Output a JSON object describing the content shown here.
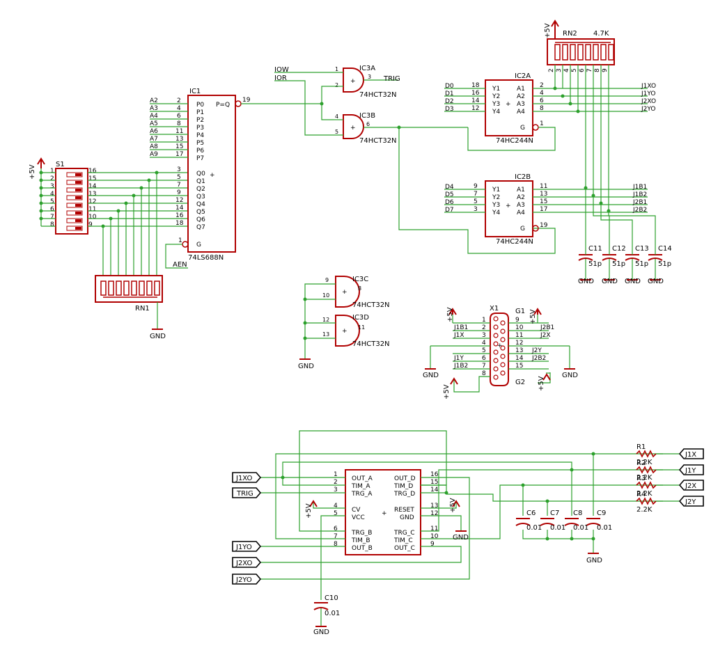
{
  "schematic": {
    "parts": {
      "s1": {
        "ref": "S1"
      },
      "ic1": {
        "ref": "IC1",
        "value": "74LS688N",
        "pins_left": [
          "P0",
          "P1",
          "P2",
          "P3",
          "P4",
          "P5",
          "P6",
          "P7"
        ],
        "pins_q": [
          "Q0",
          "Q1",
          "Q2",
          "Q3",
          "Q4",
          "Q5",
          "Q6",
          "Q7"
        ],
        "pin_g": "G",
        "pin_out": "P=Q"
      },
      "rn1": {
        "ref": "RN1"
      },
      "rn2": {
        "ref": "RN2",
        "value": "4.7K"
      },
      "ic3a": {
        "ref": "IC3A",
        "value": "74HCT32N"
      },
      "ic3b": {
        "ref": "IC3B",
        "value": "74HCT32N"
      },
      "ic3c": {
        "ref": "IC3C",
        "value": "74HCT32N"
      },
      "ic3d": {
        "ref": "IC3D",
        "value": "74HCT32N"
      },
      "ic2a": {
        "ref": "IC2A",
        "value": "74HC244N",
        "pins_y": [
          "Y1",
          "Y2",
          "Y3",
          "Y4"
        ],
        "pins_a": [
          "A1",
          "A2",
          "A3",
          "A4"
        ],
        "pin_g": "G"
      },
      "ic2b": {
        "ref": "IC2B",
        "value": "74HC244N",
        "pins_y": [
          "Y1",
          "Y2",
          "Y3",
          "Y4"
        ],
        "pins_a": [
          "A1",
          "A2",
          "A3",
          "A4"
        ],
        "pin_g": "G"
      },
      "x1": {
        "ref": "X1",
        "g1": "G1",
        "g2": "G2"
      },
      "timer": {
        "left": [
          "OUT_A",
          "TIM_A",
          "TRG_A",
          "CV",
          "VCC",
          "TRG_B",
          "TIM_B",
          "OUT_B"
        ],
        "right": [
          "OUT_D",
          "TIM_D",
          "TRG_D",
          "RESET",
          "GND",
          "TRG_C",
          "TIM_C",
          "OUT_C"
        ],
        "left_nums": [
          "1",
          "2",
          "3",
          "4",
          "5",
          "6",
          "7",
          "8"
        ],
        "right_nums": [
          "16",
          "15",
          "14",
          "13",
          "12",
          "11",
          "10",
          "9"
        ]
      },
      "caps_top": [
        {
          "ref": "C11",
          "value": "51p"
        },
        {
          "ref": "C12",
          "value": "51p"
        },
        {
          "ref": "C13",
          "value": "51p"
        },
        {
          "ref": "C14",
          "value": "51p"
        }
      ],
      "caps_bottom": [
        {
          "ref": "C6",
          "value": "0.01"
        },
        {
          "ref": "C7",
          "value": "0.01"
        },
        {
          "ref": "C8",
          "value": "0.01"
        },
        {
          "ref": "C9",
          "value": "0.01"
        }
      ],
      "c10": {
        "ref": "C10",
        "value": "0.01"
      },
      "resistors": [
        {
          "ref": "R1",
          "value": "2.2K"
        },
        {
          "ref": "R2",
          "value": "2.2K"
        },
        {
          "ref": "R3",
          "value": "2.2K"
        },
        {
          "ref": "R4",
          "value": "2.2K"
        }
      ]
    },
    "nets": {
      "addr": [
        "A2",
        "A3",
        "A4",
        "A5",
        "A6",
        "A7",
        "A8",
        "A9"
      ],
      "addr_pins": [
        "2",
        "4",
        "6",
        "8",
        "11",
        "13",
        "15",
        "17"
      ],
      "q_pins": [
        "3",
        "5",
        "7",
        "9",
        "12",
        "14",
        "16",
        "18"
      ],
      "data_lo": [
        "D0",
        "D1",
        "D2",
        "D3"
      ],
      "data_hi": [
        "D4",
        "D5",
        "D6",
        "D7"
      ],
      "ic2a_in_pins": [
        "18",
        "16",
        "14",
        "12"
      ],
      "ic2a_out_pins": [
        "2",
        "4",
        "6",
        "8"
      ],
      "ic2b_in_pins": [
        "9",
        "7",
        "5",
        "3"
      ],
      "ic2b_out_pins": [
        "11",
        "13",
        "15",
        "17"
      ],
      "joy_out_a": [
        "J1XO",
        "J1YO",
        "J2XO",
        "J2YO"
      ],
      "joy_out_b": [
        "J1B1",
        "J1B2",
        "J2B1",
        "J2B2"
      ],
      "iow": "IOW",
      "ior": "IOR",
      "trig": "TRIG",
      "aen": "AEN",
      "vcc": "+5V",
      "gnd": "GND",
      "ports_left": [
        "J1XO",
        "TRIG",
        "J1YO",
        "J2XO",
        "J2YO"
      ],
      "ports_right": [
        "J1X",
        "J1Y",
        "J2X",
        "J2Y"
      ],
      "x1_left_labels": [
        "J1B1",
        "J1X",
        "J1Y",
        "J1B2"
      ],
      "x1_right_labels": [
        "J2B1",
        "J2X",
        "J2Y",
        "J2B2"
      ]
    }
  }
}
